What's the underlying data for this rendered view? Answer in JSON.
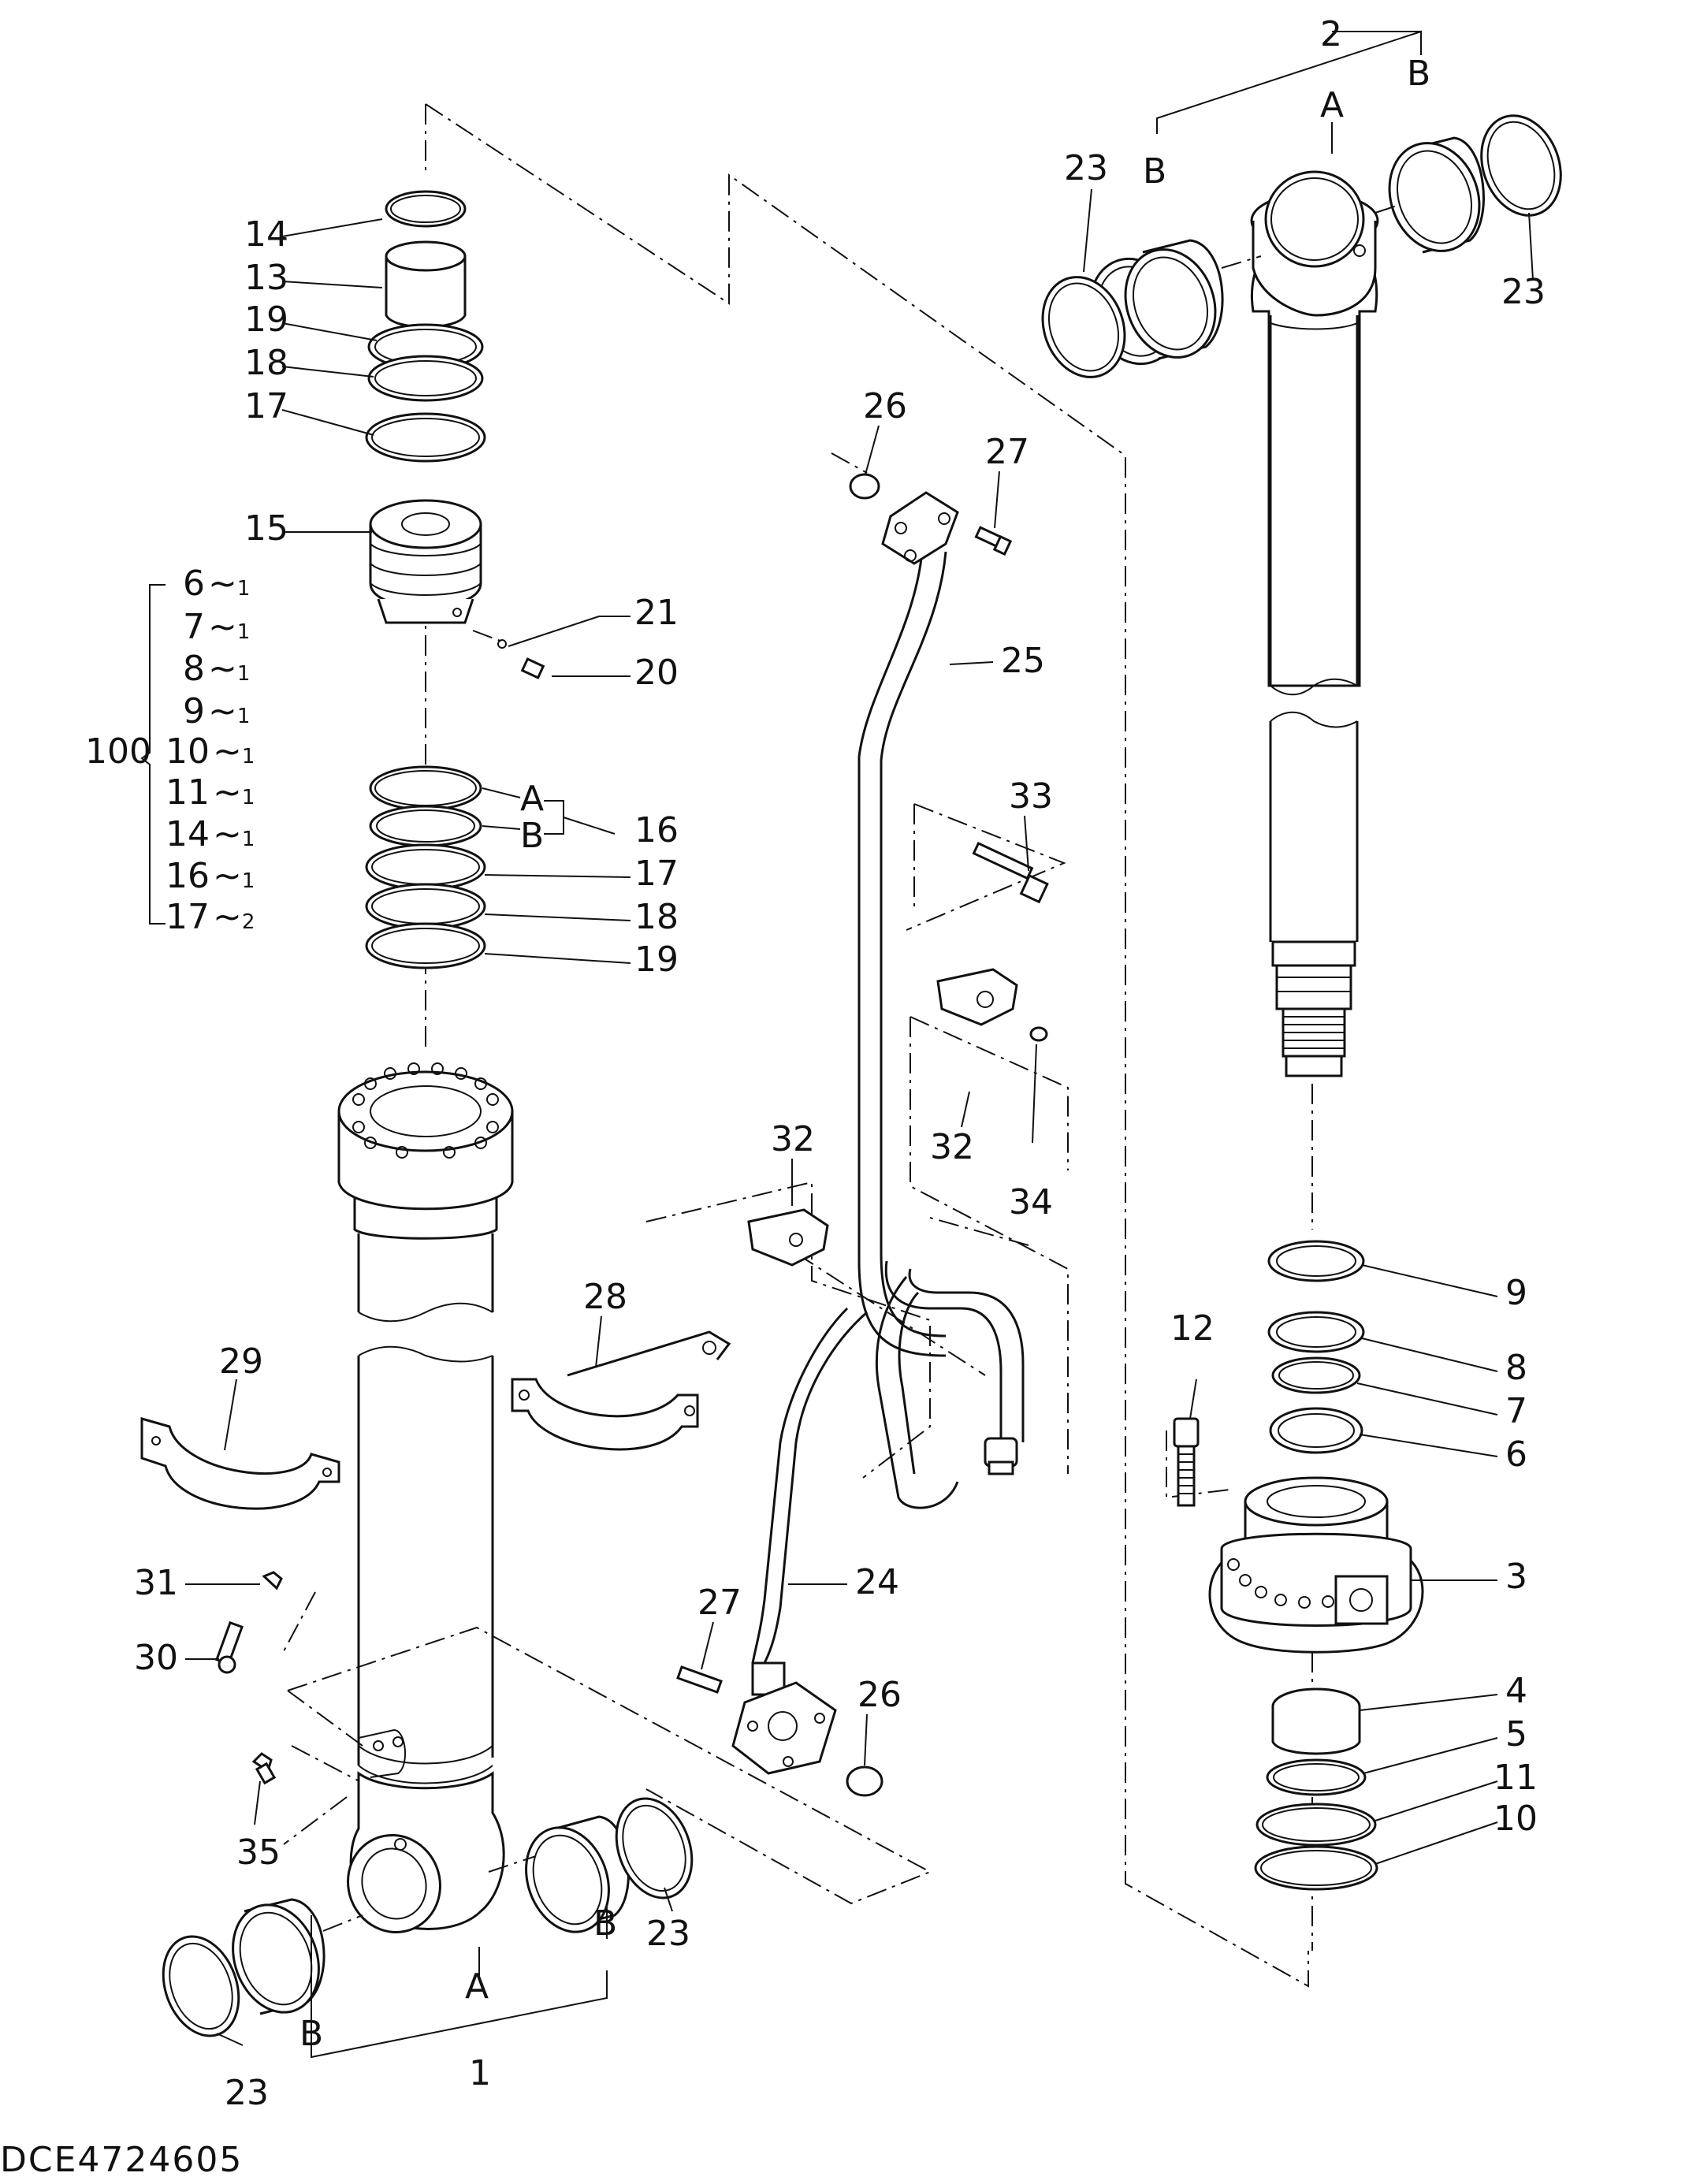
{
  "labels": {
    "p1": "1",
    "p2": "2",
    "p3": "3",
    "p4": "4",
    "p5": "5",
    "p6": "6",
    "p7": "7",
    "p8": "8",
    "p9": "9",
    "p10": "10",
    "p11": "11",
    "p12": "12",
    "p13": "13",
    "p14": "14",
    "p15": "15",
    "p16": "16",
    "p17a": "17",
    "p17b": "17",
    "p18a": "18",
    "p18b": "18",
    "p19a": "19",
    "p19b": "19",
    "p20": "20",
    "p21": "21",
    "p23a": "23",
    "p23b": "23",
    "p23c": "23",
    "p23d": "23",
    "p24": "24",
    "p25": "25",
    "p26a": "26",
    "p26b": "26",
    "p27a": "27",
    "p27b": "27",
    "p28": "28",
    "p29": "29",
    "p30": "30",
    "p31": "31",
    "p32a": "32",
    "p32b": "32",
    "p33": "33",
    "p34": "34",
    "p35": "35",
    "A_top": "A",
    "B_top_left": "B",
    "B_top_right": "B",
    "A_16": "A",
    "B_16": "B",
    "A_bottom": "A",
    "B_bottom_left": "B",
    "B_bottom_right": "B"
  },
  "kit": {
    "number": "100",
    "items": [
      {
        "part": "6",
        "qty": "1"
      },
      {
        "part": "7",
        "qty": "1"
      },
      {
        "part": "8",
        "qty": "1"
      },
      {
        "part": "9",
        "qty": "1"
      },
      {
        "part": "10",
        "qty": "1"
      },
      {
        "part": "11",
        "qty": "1"
      },
      {
        "part": "14",
        "qty": "1"
      },
      {
        "part": "16",
        "qty": "1"
      },
      {
        "part": "17",
        "qty": "2"
      }
    ]
  },
  "drawing_id": "DCE4724605"
}
